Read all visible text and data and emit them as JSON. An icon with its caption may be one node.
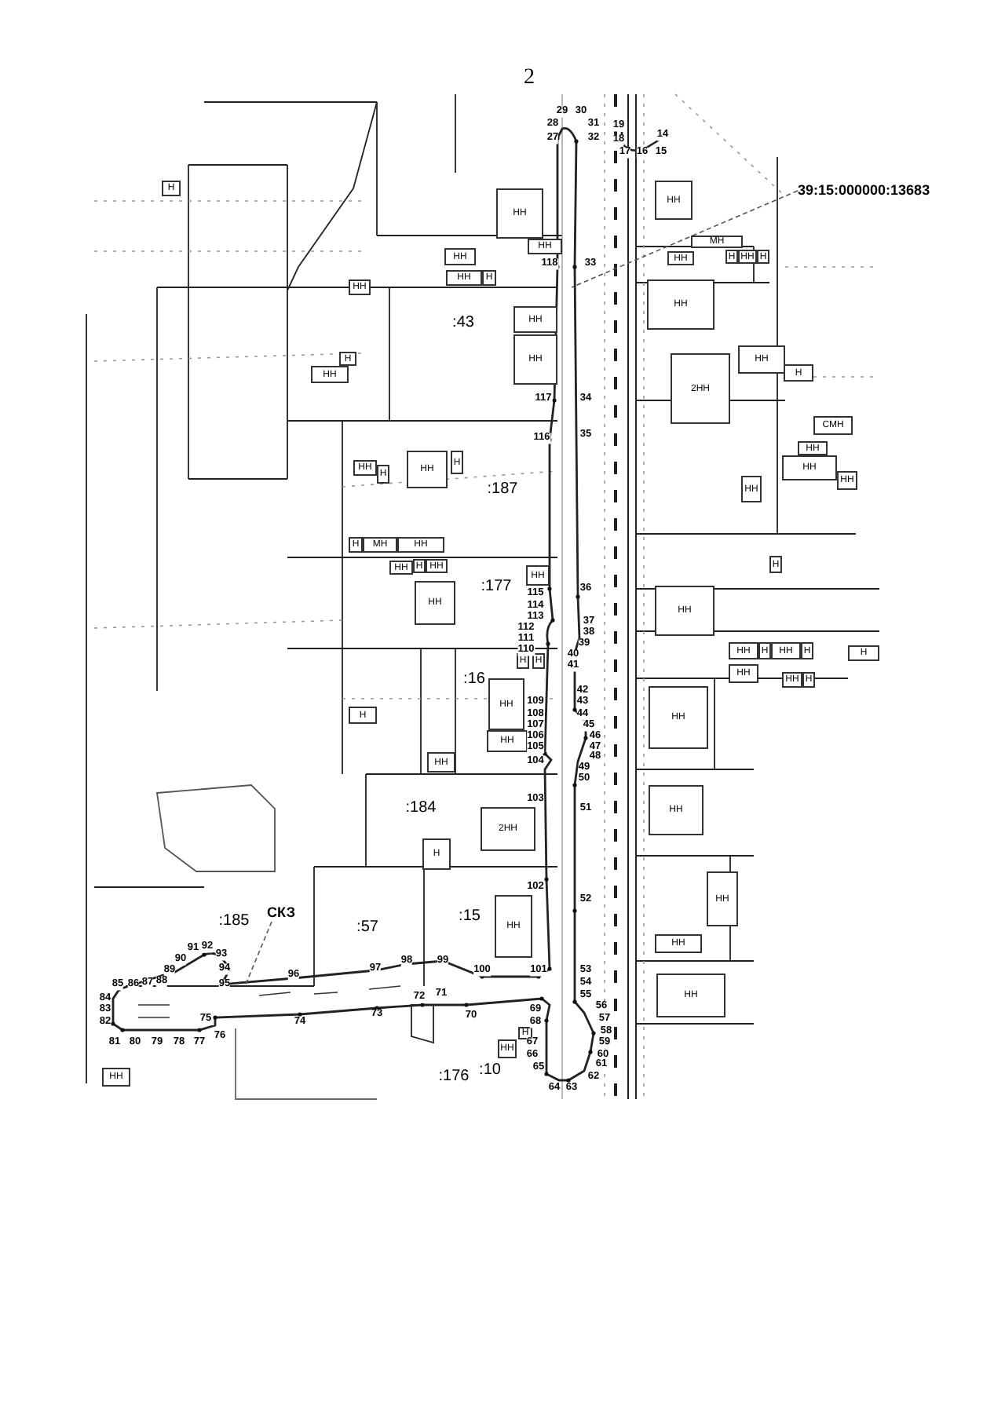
{
  "diagram": {
    "nodes": [
      {
        "text": [
          "39:15:000000:13683"
        ]
      },
      {
        "text": [
          "СКЗ"
        ]
      },
      {
        "text": [
          "Н"
        ]
      },
      {
        "text": [
          "НН"
        ]
      },
      {
        "text": [
          "НН"
        ]
      },
      {
        "text": [
          "НН"
        ]
      },
      {
        "text": [
          "НН"
        ]
      },
      {
        "text": [
          "Н"
        ]
      },
      {
        "text": [
          "НН"
        ]
      },
      {
        "text": [
          "НН"
        ]
      },
      {
        "text": [
          "МН"
        ]
      },
      {
        "text": [
          "Н"
        ]
      },
      {
        "text": [
          "НН"
        ]
      },
      {
        "text": [
          "Н"
        ]
      },
      {
        "text": [
          "НН"
        ]
      },
      {
        "text": [
          "НН"
        ]
      },
      {
        "text": [
          "Н"
        ]
      },
      {
        "text": [
          "НН"
        ]
      },
      {
        "text": [
          "НН"
        ]
      },
      {
        "text": [
          "НН"
        ]
      },
      {
        "text": [
          "2НН"
        ]
      },
      {
        "text": [
          "НН"
        ]
      },
      {
        "text": [
          "Н"
        ]
      },
      {
        "text": [
          "СМН"
        ]
      },
      {
        "text": [
          "НН"
        ]
      },
      {
        "text": [
          "НН"
        ]
      },
      {
        "text": [
          "НН"
        ]
      },
      {
        "text": [
          "НН"
        ]
      },
      {
        "text": [
          "НН"
        ]
      },
      {
        "text": [
          "Н"
        ]
      },
      {
        "text": [
          "НН"
        ]
      },
      {
        "text": [
          "Н"
        ]
      },
      {
        "text": [
          "Н"
        ]
      },
      {
        "text": [
          "МН"
        ]
      },
      {
        "text": [
          "НН"
        ]
      },
      {
        "text": [
          "НН"
        ]
      },
      {
        "text": [
          "Н"
        ]
      },
      {
        "text": [
          "НН"
        ]
      },
      {
        "text": [
          "НН"
        ]
      },
      {
        "text": [
          "НН"
        ]
      },
      {
        "text": [
          "НН"
        ]
      },
      {
        "text": [
          "Н"
        ]
      },
      {
        "text": [
          "НН"
        ]
      },
      {
        "text": [
          "Н"
        ]
      },
      {
        "text": [
          "НН"
        ]
      },
      {
        "text": [
          "Н"
        ]
      },
      {
        "text": [
          "Н"
        ]
      },
      {
        "text": [
          "НН"
        ]
      },
      {
        "text": [
          "НН"
        ]
      },
      {
        "text": [
          "Н"
        ]
      },
      {
        "text": [
          "Н"
        ]
      },
      {
        "text": [
          "Н"
        ]
      },
      {
        "text": [
          "НН"
        ]
      },
      {
        "text": [
          "НН"
        ]
      },
      {
        "text": [
          "Н"
        ]
      },
      {
        "text": [
          "НН"
        ]
      },
      {
        "text": [
          "НН"
        ]
      },
      {
        "text": [
          "НН"
        ]
      },
      {
        "text": [
          "2НН"
        ]
      },
      {
        "text": [
          "Н"
        ]
      },
      {
        "text": [
          "НН"
        ]
      },
      {
        "text": [
          "НН"
        ]
      },
      {
        "text": [
          "НН"
        ]
      },
      {
        "text": [
          "НН"
        ]
      },
      {
        "text": [
          "Н"
        ]
      },
      {
        "text": [
          "НН"
        ]
      },
      {
        "text": [
          "НН"
        ]
      }
    ],
    "edges": [
      {
        "from": 0,
        "to": null,
        "arrow": "none",
        "style": "dashed"
      },
      {
        "from": 1,
        "to": null,
        "arrow": "none",
        "style": "dashed"
      }
    ],
    "labels": [
      "2",
      "29",
      "30",
      "28",
      "31",
      "19",
      "14",
      "27",
      "32",
      "18",
      "17",
      "16",
      "15",
      "118",
      "33",
      ":43",
      "117",
      "34",
      "116",
      "35",
      ":187",
      ":177",
      "36",
      "115",
      "114",
      "113",
      "37",
      "112",
      "38",
      "111",
      "39",
      "110",
      "40",
      "41",
      ":16",
      "42",
      "109",
      "43",
      "108",
      "44",
      "107",
      "45",
      "106",
      "46",
      "105",
      "47",
      "48",
      "104",
      "49",
      "50",
      "103",
      "51",
      ":184",
      "102",
      "52",
      ":15",
      ":185",
      ":57",
      "91",
      "92",
      "93",
      "90",
      "98",
      "99",
      "89",
      "94",
      "97",
      "100",
      "101",
      "53",
      "85",
      "86",
      "87",
      "88",
      "95",
      "96",
      "54",
      "55",
      "84",
      "72",
      "71",
      "73",
      "56",
      "83",
      "69",
      "70",
      "75",
      "74",
      "57",
      "82",
      "68",
      "58",
      "76",
      "81",
      "80",
      "79",
      "78",
      "77",
      "67",
      "59",
      "66",
      "60",
      "61",
      "65",
      ":10",
      "62",
      ":176",
      "64",
      "63"
    ]
  }
}
